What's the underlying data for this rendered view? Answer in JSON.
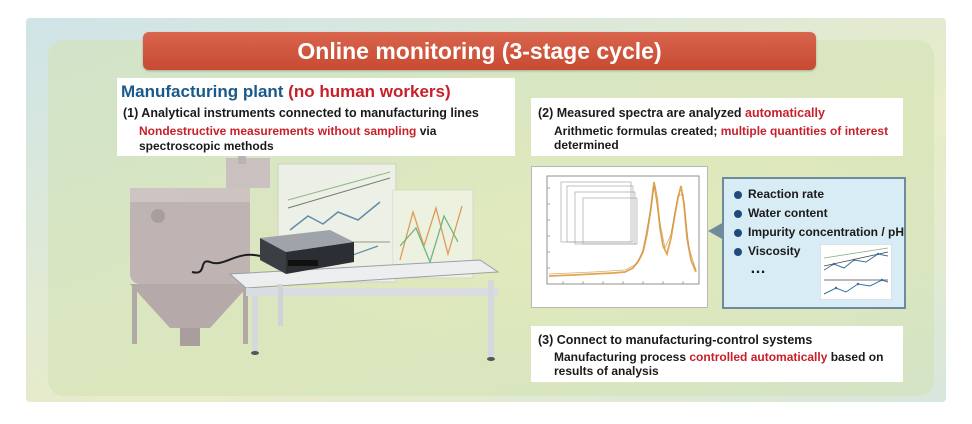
{
  "title": "Online monitoring (3-stage cycle)",
  "plant": {
    "heading": "Manufacturing plant ",
    "heading_highlight": "(no human workers)",
    "step1": "(1) Analytical instruments connected to manufacturing lines",
    "step1_highlight": "Nondestructive measurements without sampling",
    "step1_rest": " via",
    "step1_line2": "spectroscopic methods"
  },
  "analysis": {
    "step2_prefix": "(2) Measured spectra are analyzed ",
    "step2_highlight": "automatically",
    "line1_prefix": "Arithmetic formulas created; ",
    "line1_highlight": "multiple quantities of interest",
    "line2": "determined"
  },
  "quantities": {
    "items": [
      "Reaction rate",
      "Water content",
      "Impurity concentration / pH",
      "Viscosity"
    ],
    "ellipsis": "…"
  },
  "control": {
    "step3": "(3) Connect to manufacturing-control systems",
    "line1_prefix": "Manufacturing process ",
    "line1_highlight": "controlled automatically",
    "line1_suffix": " based on",
    "line2": "results of analysis"
  },
  "colors": {
    "title_bg": "#c84a33",
    "accent_red": "#c8202a",
    "heading_blue": "#1a5a8a",
    "panel_blue": "#d7ecf4",
    "spectrum": "#e0a654"
  }
}
